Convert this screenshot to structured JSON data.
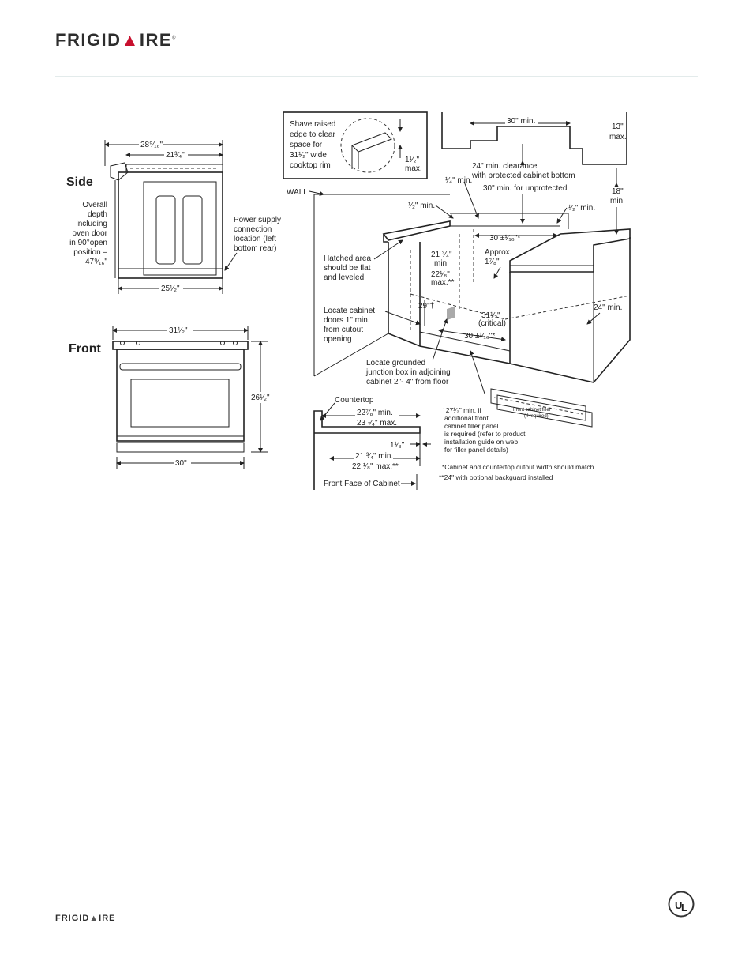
{
  "brand": {
    "logo_text_a": "FRIGID",
    "logo_text_b": "IRE",
    "footer_text_a": "FRIGID",
    "footer_text_b": "IRE",
    "accent_color": "#c8102e"
  },
  "side": {
    "title": "Side",
    "dim_top_outer": "28⁹⁄₁₆\"",
    "dim_top_inner": "21³⁄₄\"",
    "dim_bottom": "25¹⁄₂\"",
    "depth_note": [
      "Overall",
      "depth",
      "including",
      "oven door",
      "in 90°open",
      "position –",
      "47⁹⁄₁₆\""
    ],
    "power_note": [
      "Power supply",
      "connection",
      "location (left",
      "bottom rear)"
    ]
  },
  "front": {
    "title": "Front",
    "dim_top": "31¹⁄₂\"",
    "dim_height": "26¹⁄₂\"",
    "dim_bottom": "30\""
  },
  "inset": {
    "lines": [
      "Shave raised",
      "edge to clear",
      "space for",
      "31¹⁄₂\" wide",
      "cooktop rim"
    ],
    "dim": "1¹⁄₂\"",
    "dim_max": "max."
  },
  "install": {
    "wall": "WALL",
    "d30min": "30\" min.",
    "d13max": [
      "13\"",
      "max."
    ],
    "clear_24": [
      "24\" min. clearance",
      "with protected cabinet bottom"
    ],
    "clear_30": "30\" min. for unprotected",
    "d18min": [
      "18\"",
      "min."
    ],
    "quarter_min": "¹⁄₄\" min.",
    "half_min_left": "¹⁄₂\" min.",
    "half_min_right": "¹⁄₂\" min.",
    "d30_tol_top": "30 ±¹⁄₁₆\"*",
    "d21": [
      "21 ³⁄₄\"",
      "min.",
      "22¹⁄₈\"",
      "max.**"
    ],
    "approx": [
      "Approx.",
      "1⁷⁄₈\""
    ],
    "hatched": [
      "Hatched area",
      "should be flat",
      "and leveled"
    ],
    "d29": "29\"†",
    "locate_doors": [
      "Locate cabinet",
      "doors 1\" min.",
      "from cutout",
      "opening"
    ],
    "d31_crit": [
      "31¹⁄₂\"",
      "(critical)"
    ],
    "d30_tol_bottom": "30 ±¹⁄₁₆\"*",
    "d24min": "24\" min.",
    "junction": [
      "Locate grounded",
      "junction box in adjoining",
      "cabinet 2\"- 4\" from floor"
    ]
  },
  "countertop": {
    "label": "Countertop",
    "d22_min": "22⁷⁄₈\" min.",
    "d23_max": "23 ¹⁄₄\" max.",
    "d1_1_8": "1¹⁄₈\"",
    "d21_min": "21 ³⁄₄\" min.",
    "d22_max": "22 ¹⁄₈\" max.**",
    "front_face": "Front Face of Cabinet"
  },
  "notes": {
    "filler": [
      "†27¹⁄₂\" min. if",
      "additional front",
      "cabinet filler panel",
      "is required (refer to product",
      "installation guide on web",
      "for filler panel details)"
    ],
    "filler_panel": [
      "Front cabinet filler",
      "(if required)"
    ],
    "star": "*Cabinet and countertop cutout width should match",
    "double_star": "**24\" with optional backguard installed"
  }
}
